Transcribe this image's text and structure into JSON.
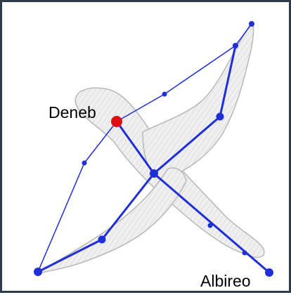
{
  "diagram": {
    "labels": {
      "deneb": "Deneb",
      "albireo": "Albireo"
    },
    "colors": {
      "frame": "#2f3b4a",
      "background": "#ffffff",
      "line": "#1f2fd6",
      "star": "#1f2fd6",
      "deneb_star": "#e01010",
      "swan_fill": "#eeeeee",
      "swan_stroke": "#b8b8b8",
      "label": "#000000"
    },
    "icons": [
      "swan-silhouette"
    ]
  }
}
